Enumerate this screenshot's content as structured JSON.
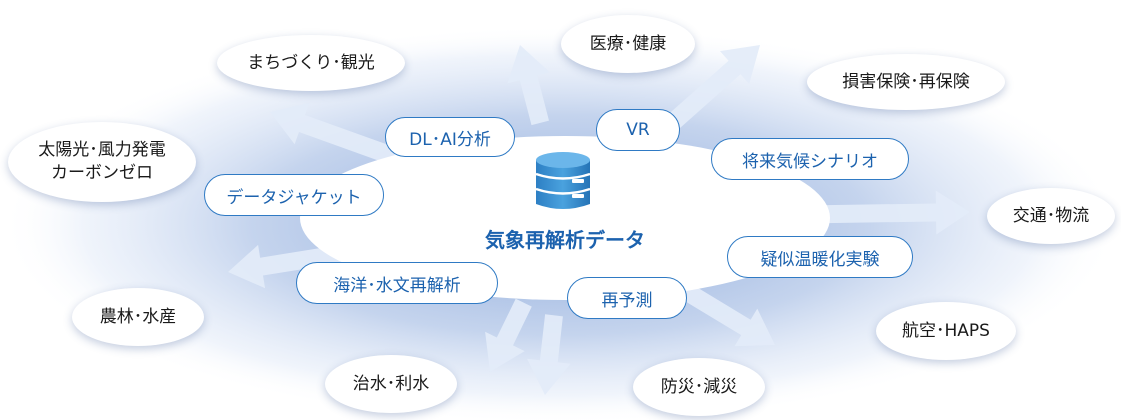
{
  "center": {
    "title": "気象再解析データ",
    "icon": "database-icon",
    "accent_color": "#1c62ae"
  },
  "techniques": [
    {
      "id": "dl-ai",
      "label": "DL･AI分析"
    },
    {
      "id": "vr",
      "label": "VR"
    },
    {
      "id": "future-climate",
      "label": "将来気候シナリオ"
    },
    {
      "id": "data-jacket",
      "label": "データジャケット"
    },
    {
      "id": "pseudo-warming",
      "label": "疑似温暖化実験"
    },
    {
      "id": "ocean-hydro",
      "label": "海洋･水文再解析"
    },
    {
      "id": "reforecast",
      "label": "再予測"
    }
  ],
  "application_fields": [
    {
      "id": "town",
      "label": "まちづくり･観光"
    },
    {
      "id": "medical",
      "label": "医療･健康"
    },
    {
      "id": "insurance",
      "label": "損害保険･再保険"
    },
    {
      "id": "energy",
      "label": "太陽光･風力発電\nカーボンゼロ"
    },
    {
      "id": "transport",
      "label": "交通･物流"
    },
    {
      "id": "agri",
      "label": "農林･水産"
    },
    {
      "id": "aviation",
      "label": "航空･HAPS"
    },
    {
      "id": "flood",
      "label": "治水･利水"
    },
    {
      "id": "disaster",
      "label": "防災･減災"
    }
  ]
}
